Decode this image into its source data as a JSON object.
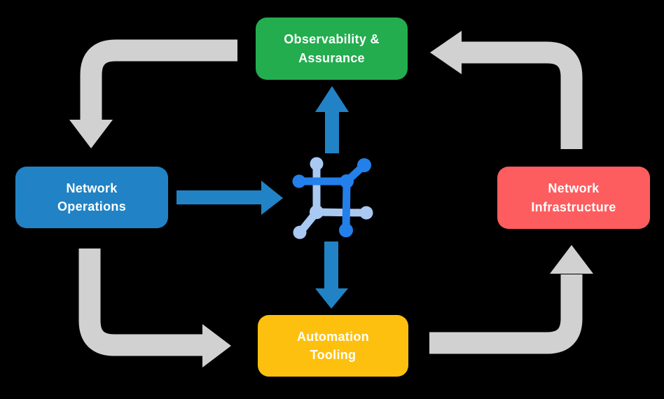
{
  "colors": {
    "background": "#000000",
    "text": "#ffffff",
    "gray_arrow": "#d1d1d1",
    "blue_arrow": "#2183c5",
    "icon_dark_blue": "#2380ea",
    "icon_light_blue": "#a9c9f3"
  },
  "nodes": {
    "observability": {
      "label": "Observability &\nAssurance",
      "color": "#23ad4e"
    },
    "operations": {
      "label": "Network\nOperations",
      "color": "#2183c5"
    },
    "infrastructure": {
      "label": "Network\nInfrastructure",
      "color": "#fd5d5f"
    },
    "automation": {
      "label": "Automation\nTooling",
      "color": "#fec00e"
    }
  },
  "icon": {
    "name": "network-hub-icon"
  },
  "arrows": {
    "cycle": [
      {
        "from": "Observability & Assurance",
        "to": "Network Operations",
        "color": "#d1d1d1"
      },
      {
        "from": "Network Operations",
        "to": "Automation Tooling",
        "color": "#d1d1d1"
      },
      {
        "from": "Automation Tooling",
        "to": "Network Infrastructure",
        "color": "#d1d1d1"
      },
      {
        "from": "Network Infrastructure",
        "to": "Observability & Assurance",
        "color": "#d1d1d1"
      }
    ],
    "hub": [
      {
        "from": "Network Operations",
        "to": "hub",
        "color": "#2183c5"
      },
      {
        "from": "hub",
        "to": "Observability & Assurance",
        "color": "#2183c5"
      },
      {
        "from": "hub",
        "to": "Automation Tooling",
        "color": "#2183c5"
      }
    ]
  }
}
